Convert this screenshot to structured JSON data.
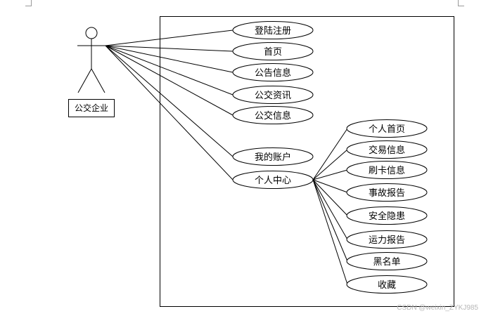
{
  "actor": {
    "label": "公交企业"
  },
  "use_cases": [
    {
      "id": "uc1",
      "label": "登陆注册"
    },
    {
      "id": "uc2",
      "label": "首页"
    },
    {
      "id": "uc3",
      "label": "公告信息"
    },
    {
      "id": "uc4",
      "label": "公交资讯"
    },
    {
      "id": "uc5",
      "label": "公交信息"
    },
    {
      "id": "uc6",
      "label": "我的账户"
    },
    {
      "id": "uc7",
      "label": "个人中心"
    }
  ],
  "sub_cases": [
    {
      "id": "s1",
      "label": "个人首页"
    },
    {
      "id": "s2",
      "label": "交易信息"
    },
    {
      "id": "s3",
      "label": "刷卡信息"
    },
    {
      "id": "s4",
      "label": "事故报告"
    },
    {
      "id": "s5",
      "label": "安全隐患"
    },
    {
      "id": "s6",
      "label": "运力报告"
    },
    {
      "id": "s7",
      "label": "黑名单"
    },
    {
      "id": "s8",
      "label": "收藏"
    }
  ],
  "watermark": "CSDN @weixin_ZYKJ985"
}
